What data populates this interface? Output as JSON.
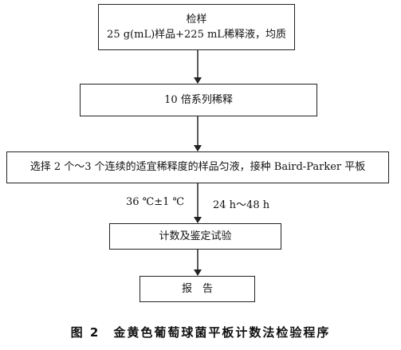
{
  "flowchart": {
    "step1": {
      "line1": "检样",
      "line2": "25 g(mL)样品+225 mL稀释液，均质"
    },
    "step2": {
      "label": "10 倍系列稀释"
    },
    "step3": {
      "label": "选择 2 个～3 个连续的适宜稀释度的样品匀液，接种 Baird-Parker 平板"
    },
    "incubation": {
      "temperature": "36 ℃±1 ℃",
      "time": "24 h～48 h"
    },
    "step4": {
      "label": "计数及鉴定试验"
    },
    "step5": {
      "label": "报　告"
    }
  },
  "figure": {
    "caption": "图 2　金黄色葡萄球菌平板计数法检验程序"
  }
}
